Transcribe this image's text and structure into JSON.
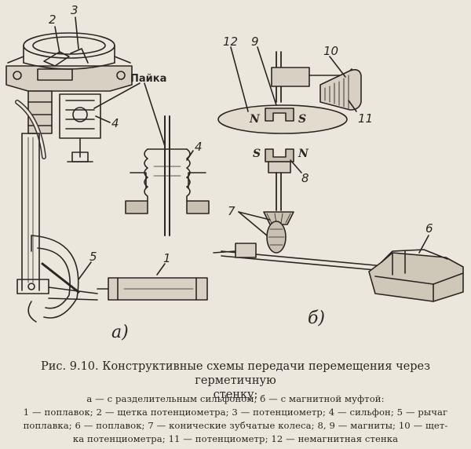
{
  "figure": {
    "solder_label": "Пайка",
    "part_numbers_a": [
      "2",
      "3",
      "4",
      "4",
      "5",
      "1"
    ],
    "part_numbers_b": [
      "12",
      "9",
      "10",
      "11",
      "8",
      "7",
      "6"
    ],
    "poles": {
      "top_n": "N",
      "top_s": "S",
      "bottom_s": "S",
      "bottom_n": "N"
    },
    "sublabel_a": "а)",
    "sublabel_b": "б)"
  },
  "caption": {
    "line1": "Рис. 9.10. Конструктивные схемы передачи перемещения через герметичную",
    "line2": "стенку:"
  },
  "legend": {
    "line1": "а — с разделительным сильфоном; б — с магнитной муфтой:",
    "line2": "1 — поплавок; 2 — щетка потенциометра; 3 — потенциометр; 4 — сильфон; 5 — рычаг",
    "line3": "поплавка; 6 — поплавок; 7 — конические зубчатые колеса; 8, 9 — магниты; 10 — щет-",
    "line4": "ка потенциометра; 11 — потенциометр; 12 — немагнитная стенка"
  }
}
